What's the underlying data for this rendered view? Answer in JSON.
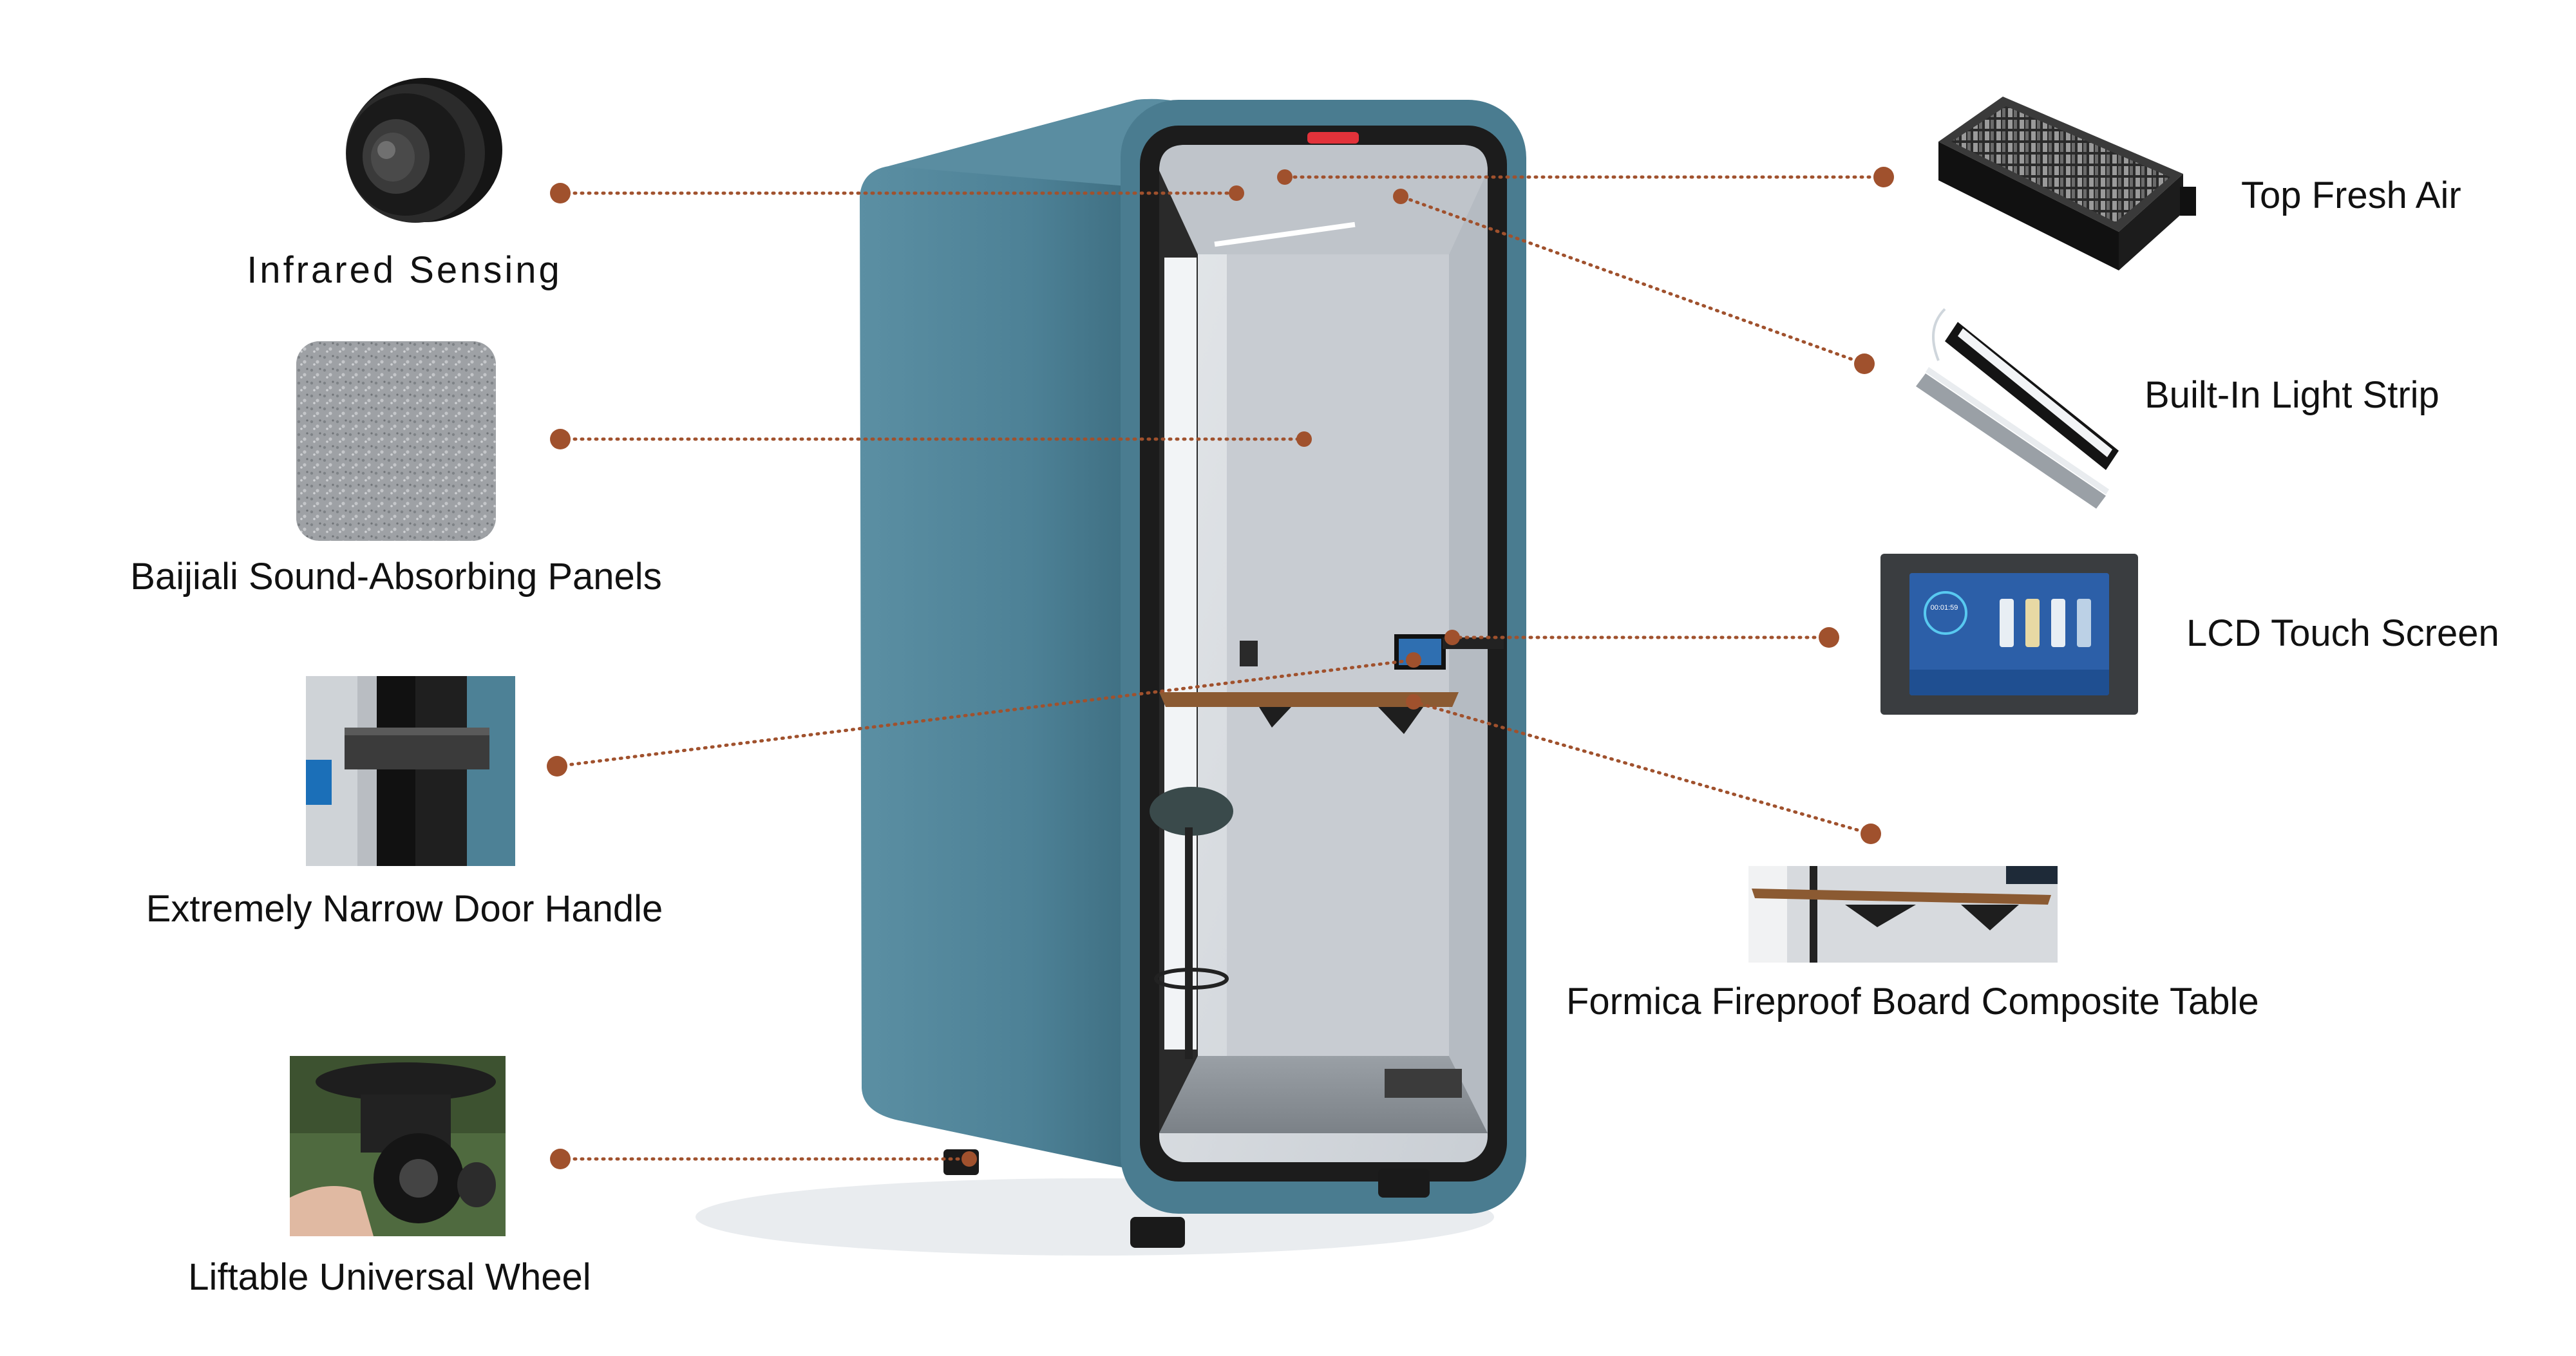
{
  "colors": {
    "booth": "#4d8196",
    "booth_dark": "#3a6a7d",
    "interior": "#d9dde2",
    "frame": "#1a1a1a",
    "leader": "#a0512d",
    "table": "#8b5a32",
    "felt": "#a7aaae",
    "accent_red": "#e2323a"
  },
  "features_left": [
    {
      "label": "Infrared Sensing",
      "icon": "infrared-sensor-icon"
    },
    {
      "label": "Baijiali Sound-Absorbing Panels",
      "icon": "felt-panel-icon"
    },
    {
      "label": "Extremely Narrow Door Handle",
      "icon": "door-handle-icon"
    },
    {
      "label": "Liftable Universal Wheel",
      "icon": "caster-wheel-icon"
    }
  ],
  "features_right": [
    {
      "label": "Top Fresh Air",
      "icon": "fan-unit-icon"
    },
    {
      "label": "Built-In Light Strip",
      "icon": "light-strip-icon"
    },
    {
      "label": "LCD Touch Screen",
      "icon": "touch-screen-icon"
    },
    {
      "label": "Formica Fireproof Board Composite Table",
      "icon": "table-board-icon"
    }
  ],
  "screen_time": "00:01:59"
}
